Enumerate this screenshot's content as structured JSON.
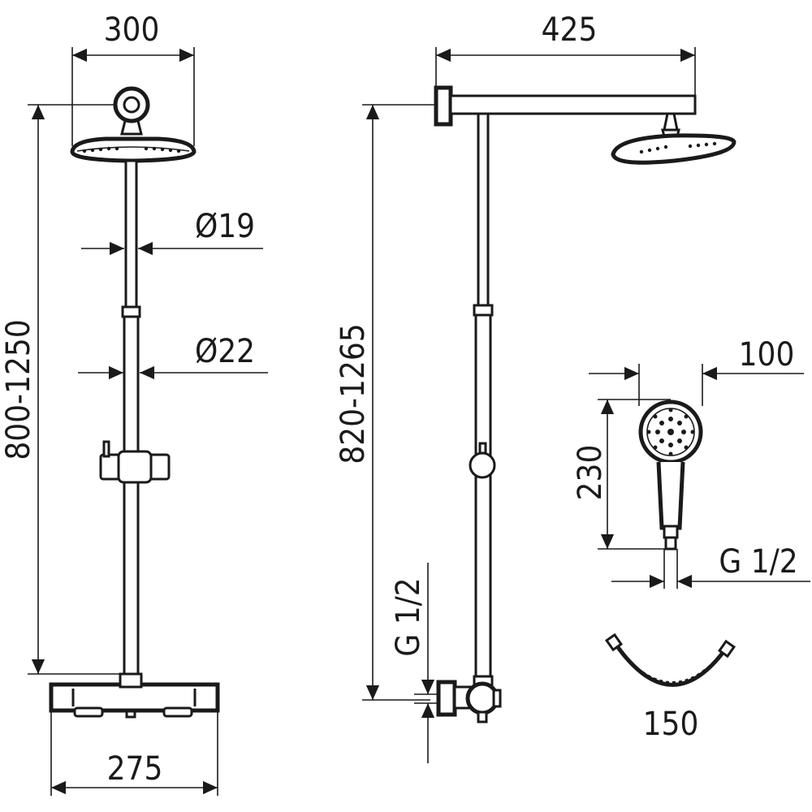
{
  "dimensions": {
    "head_width": "300",
    "arm_length": "425",
    "pipe_upper_diameter": "Ø19",
    "pipe_lower_diameter": "Ø22",
    "height_front": "800-1250",
    "height_side": "820-1265",
    "mixer_width": "275",
    "inlet_thread_side": "G 1/2",
    "handshower_width": "100",
    "handshower_length": "230",
    "handshower_thread": "G 1/2",
    "hose_length": "150"
  }
}
